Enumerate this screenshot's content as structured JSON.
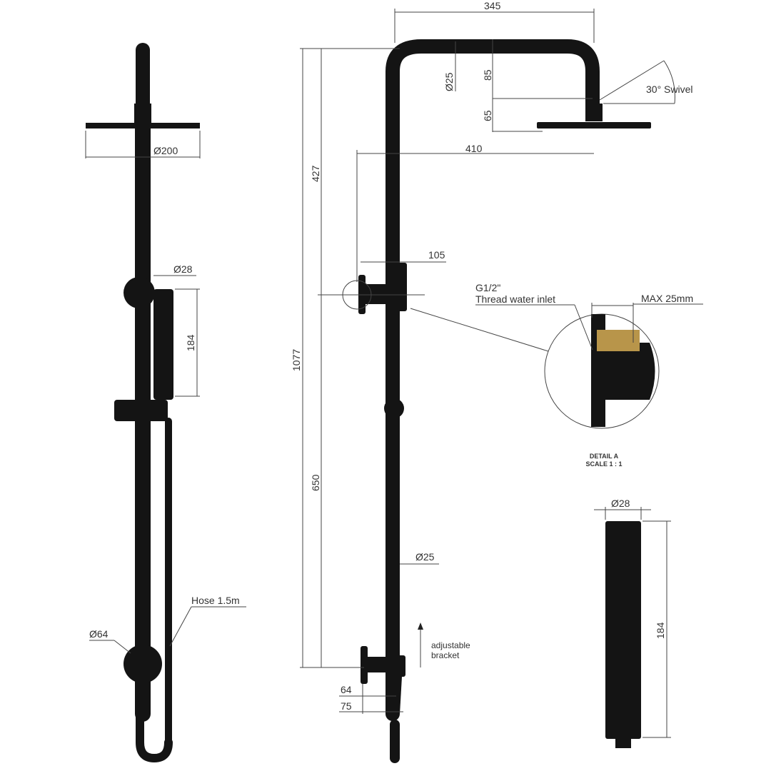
{
  "colors": {
    "finish": "#141414",
    "brass": "#b8954a",
    "line": "#444444"
  },
  "left_view": {
    "head_dia": "Ø200",
    "knob_dia": "Ø28",
    "handshower_len": "184",
    "hose": "Hose 1.5m",
    "elbow_dia": "Ø64"
  },
  "side_view": {
    "width_top": "345",
    "pipe_dia_top": "Ø25",
    "drop_85": "85",
    "drop_65": "65",
    "swivel": "30° Swivel",
    "reach": "410",
    "h_427": "427",
    "h_1077": "1077",
    "h_650": "650",
    "diverter_105": "105",
    "pipe_dia_lower": "Ø25",
    "bracket_note_1": "adjustable",
    "bracket_note_2": "bracket",
    "d_64": "64",
    "d_75": "75"
  },
  "detail": {
    "thread_1": "G1/2\"",
    "thread_2": "Thread water inlet",
    "max": "MAX 25mm",
    "title": "DETAIL A",
    "scale": "SCALE 1 : 1"
  },
  "handshower": {
    "dia": "Ø28",
    "len": "184"
  }
}
